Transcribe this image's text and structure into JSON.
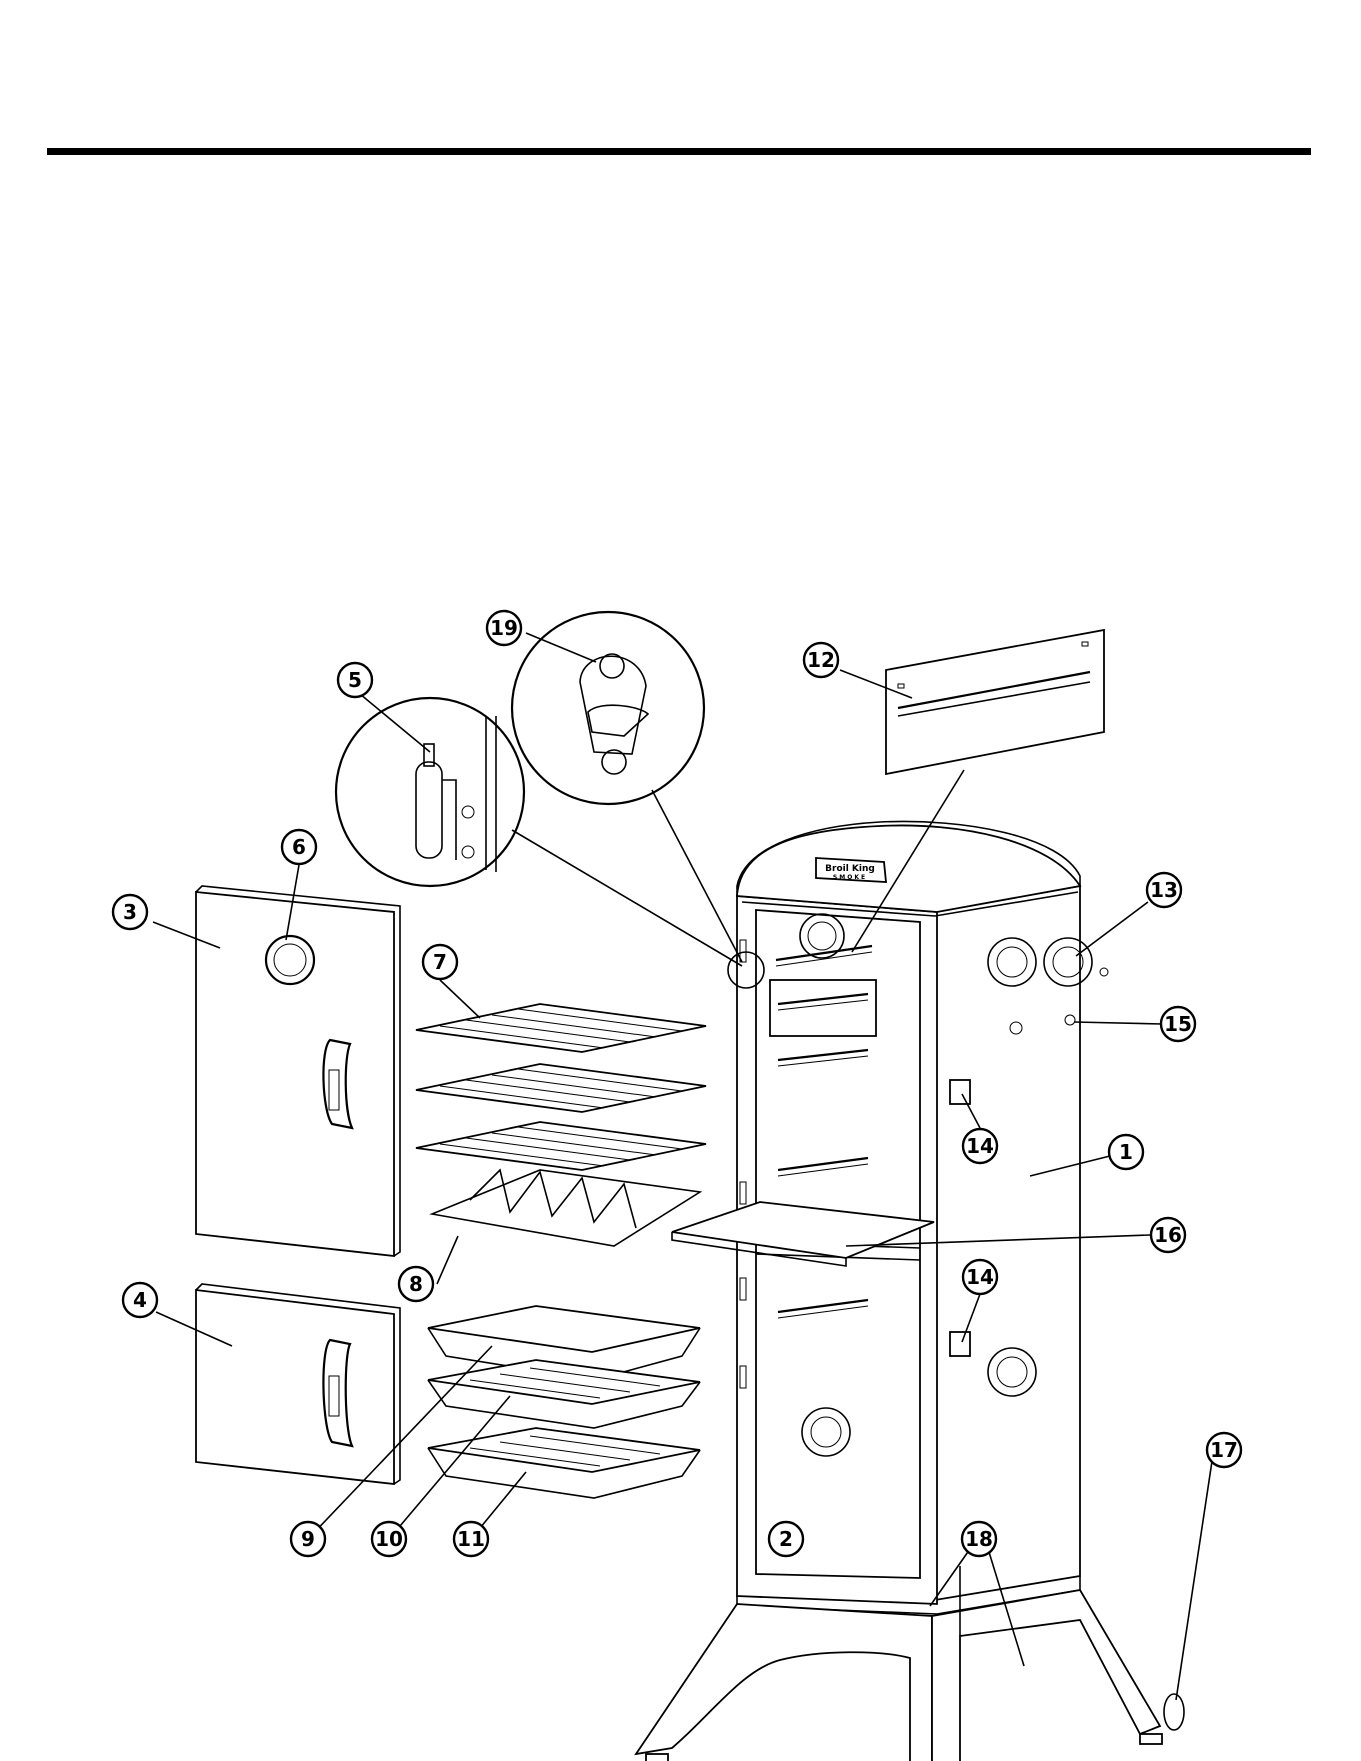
{
  "diagram": {
    "callouts": [
      "1",
      "2",
      "3",
      "4",
      "5",
      "6",
      "7",
      "8",
      "9",
      "10",
      "11",
      "12",
      "13",
      "14",
      "15",
      "16",
      "17",
      "18",
      "19"
    ],
    "brand": {
      "name": "Broil King",
      "sub": "SMOKE"
    }
  }
}
